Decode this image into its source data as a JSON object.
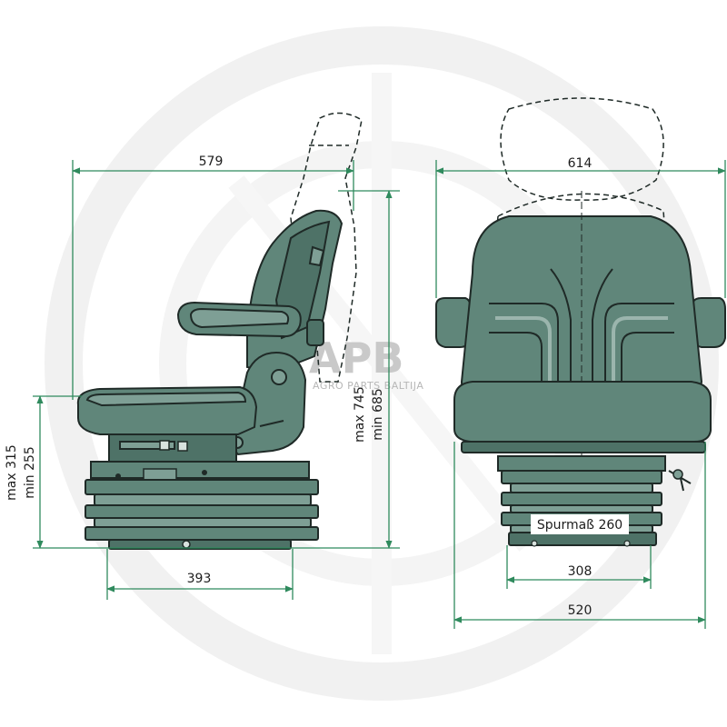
{
  "dimensions": {
    "width_side": "579",
    "width_front": "614",
    "base_side": "393",
    "base_front_inner": "308",
    "base_front_outer": "520",
    "height_max_low": "max 315",
    "height_min_low": "min 255",
    "height_max_high": "max 745",
    "height_min_high": "min 685",
    "track_label": "Spurmaß 260"
  },
  "watermark": {
    "logo_text": "APB",
    "logo_subtext": "AGRO PARTS BALTIJA"
  },
  "colors": {
    "seat": "#60867a",
    "dimension_line": "#2f8a5d",
    "outline": "#1f2a27",
    "watermark": "#efefef"
  }
}
